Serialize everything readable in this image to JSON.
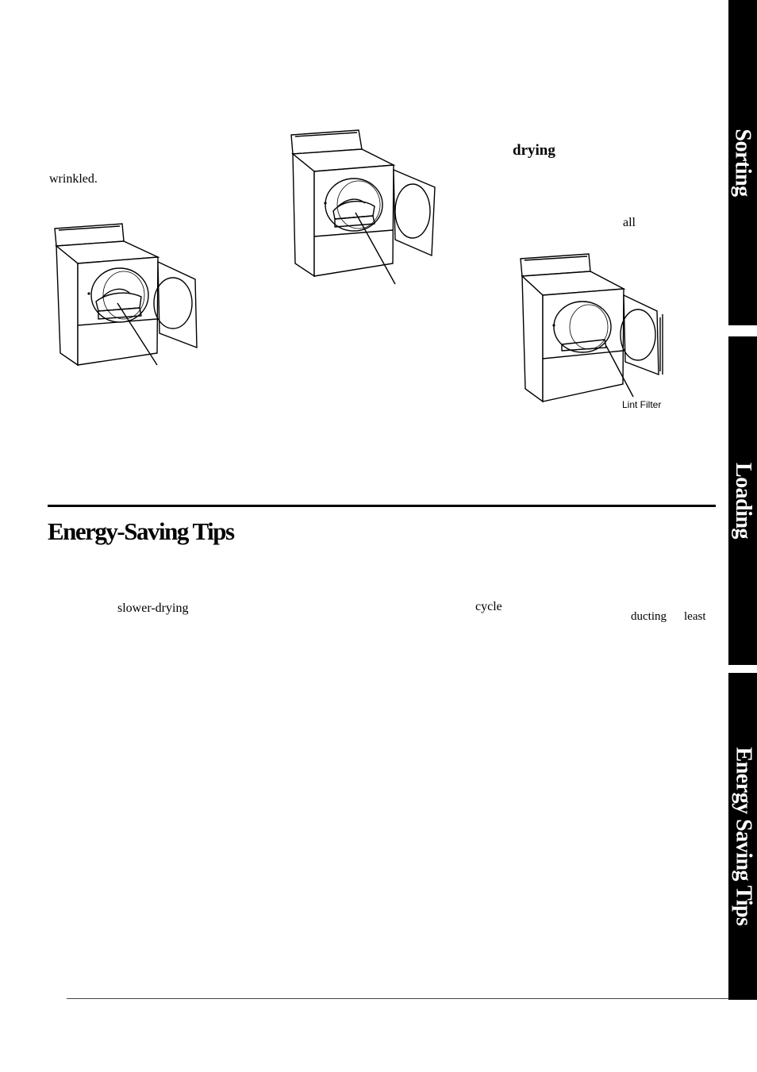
{
  "fragments": {
    "wrinkled": "wrinkled.",
    "drying": "drying",
    "all": "all",
    "slower_drying": "slower-drying",
    "cycle": "cycle",
    "ducting": "ducting",
    "least": "least"
  },
  "figure_labels": {
    "lint_filter": "Lint Filter"
  },
  "section": {
    "heading": "Energy-Saving Tips"
  },
  "side_tabs": [
    {
      "label": "Sorting"
    },
    {
      "label": "Loading"
    },
    {
      "label": "Energy Saving Tips"
    }
  ],
  "icons": {
    "dryer_illustration": "dryer-open-door-icon"
  }
}
